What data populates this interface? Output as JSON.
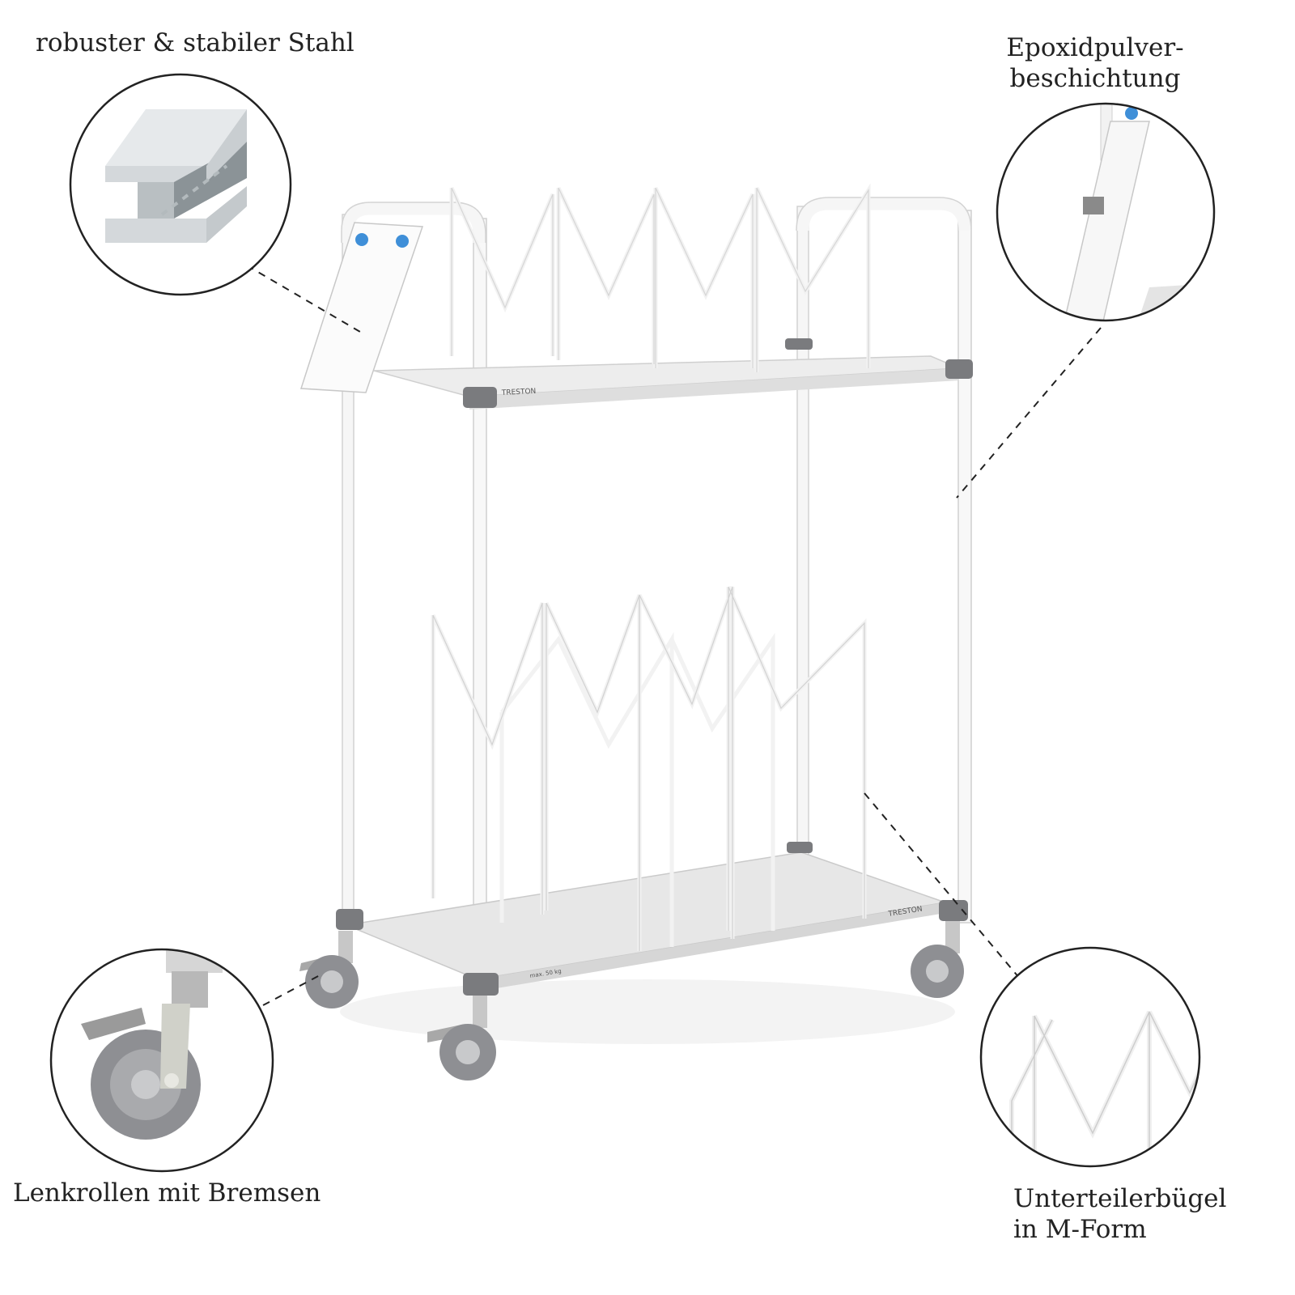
{
  "features": {
    "steel": {
      "text": "robuster & stabiler Stahl"
    },
    "coating": {
      "line1": "Epoxidpulver-",
      "line2": "beschichtung"
    },
    "casters": {
      "text": "Lenkrollen mit Bremsen"
    },
    "dividers": {
      "line1": "Unterteilerbügel",
      "line2": "in M-Form"
    }
  },
  "product": {
    "brand_upper": "TRESTON",
    "brand_lower": "TRESTON",
    "load_label": "max. 50 kg"
  },
  "colors": {
    "frame": "#f4f4f4",
    "frame_edge": "#cfcfcf",
    "shelf": "#e6e6e6",
    "connector": "#7a7b7e",
    "wheel": "#8e8f93",
    "pin": "#3f8fd8",
    "steel_light": "#d9dde0",
    "steel_dark": "#8b9397"
  }
}
